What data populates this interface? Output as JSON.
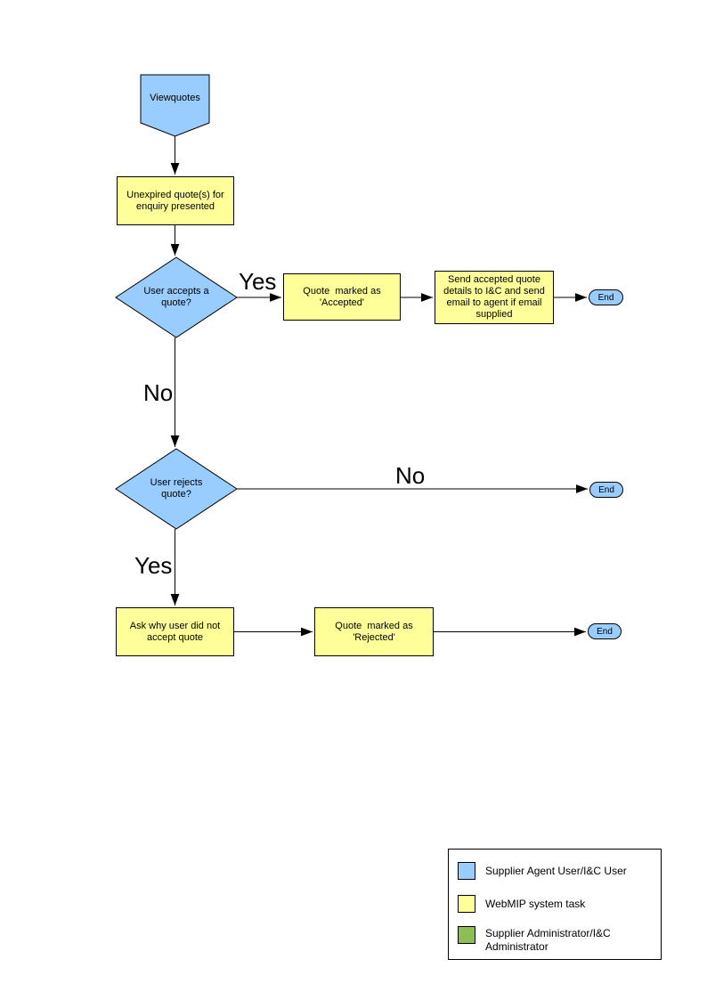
{
  "palette": {
    "actor_blue": "#99CCFF",
    "task_yellow": "#FFFF99",
    "admin_green": "#8CBE55",
    "outline": "#000000",
    "background": "#FFFFFF"
  },
  "flowchart": {
    "start": "Viewquotes",
    "unexpired": "Unexpired quote(s) for enquiry presented",
    "accepts_q": "User accepts a quote?",
    "marked_accepted": "Quote  marked as 'Accepted'",
    "send_details": "Send accepted quote details to I&C and send email to agent if email supplied",
    "rejects_q": "User rejects quote?",
    "ask_why": "Ask why user did not accept quote",
    "marked_rejected": "Quote  marked as 'Rejected'",
    "end1": "End",
    "end2": "End",
    "end3": "End",
    "labels": {
      "yes_accept": "Yes",
      "no_accept": "No",
      "no_reject": "No",
      "yes_reject": "Yes"
    }
  },
  "legend": {
    "items": [
      {
        "swatch_color": "#99CCFF",
        "label": "Supplier Agent User/I&C User"
      },
      {
        "swatch_color": "#FFFF99",
        "label": "WebMIP system task"
      },
      {
        "swatch_color": "#8CBE55",
        "label": "Supplier Administrator/I&C Administrator"
      }
    ]
  }
}
